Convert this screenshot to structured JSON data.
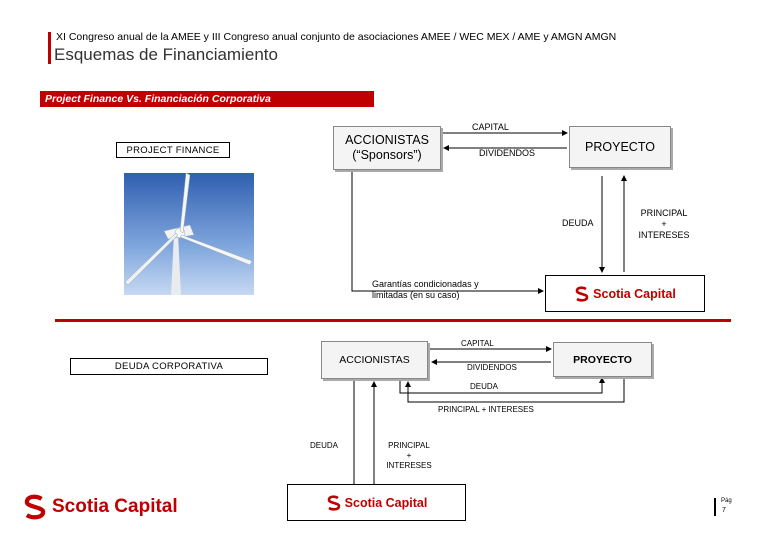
{
  "header": {
    "conference_title": "XI Congreso anual de la AMEE y III Congreso anual conjunto de asociaciones AMEE / WEC MEX / AME y AMGN AMGN",
    "page_title": "Esquemas de Financiamiento",
    "section_banner": "Project Finance Vs. Financiación Corporativa"
  },
  "project_finance": {
    "label": "PROJECT FINANCE",
    "accionistas_line1": "ACCIONISTAS",
    "accionistas_line2": "(“Sponsors”)",
    "proyecto": "PROYECTO",
    "capital": "CAPITAL",
    "dividendos": "DIVIDENDOS",
    "deuda": "DEUDA",
    "principal_line1": "PRINCIPAL",
    "principal_line2": "+",
    "principal_line3": "INTERESES",
    "garantias_line1": "Garantías condicionadas y",
    "garantias_line2": "limitadas (en su caso)",
    "lender_logo": "Scotia Capital"
  },
  "deuda_corporativa": {
    "label": "DEUDA CORPORATIVA",
    "accionistas": "ACCIONISTAS",
    "proyecto": "PROYECTO",
    "capital": "CAPITAL",
    "dividendos": "DIVIDENDOS",
    "deuda_top": "DEUDA",
    "principal_intereses": "PRINCIPAL + INTERESES",
    "deuda_left": "DEUDA",
    "principal_line1": "PRINCIPAL",
    "principal_line2": "+",
    "principal_line3": "INTERESES",
    "lender_logo": "Scotia Capital"
  },
  "footer": {
    "logo": "Scotia Capital",
    "page_label": "Pág",
    "page_number": "7"
  },
  "colors": {
    "brand_red": "#c00000",
    "box_fill": "#f4f4f4"
  },
  "icons": {
    "logo_symbol": "scotia-s-icon",
    "photo": "wind-turbine-image"
  }
}
